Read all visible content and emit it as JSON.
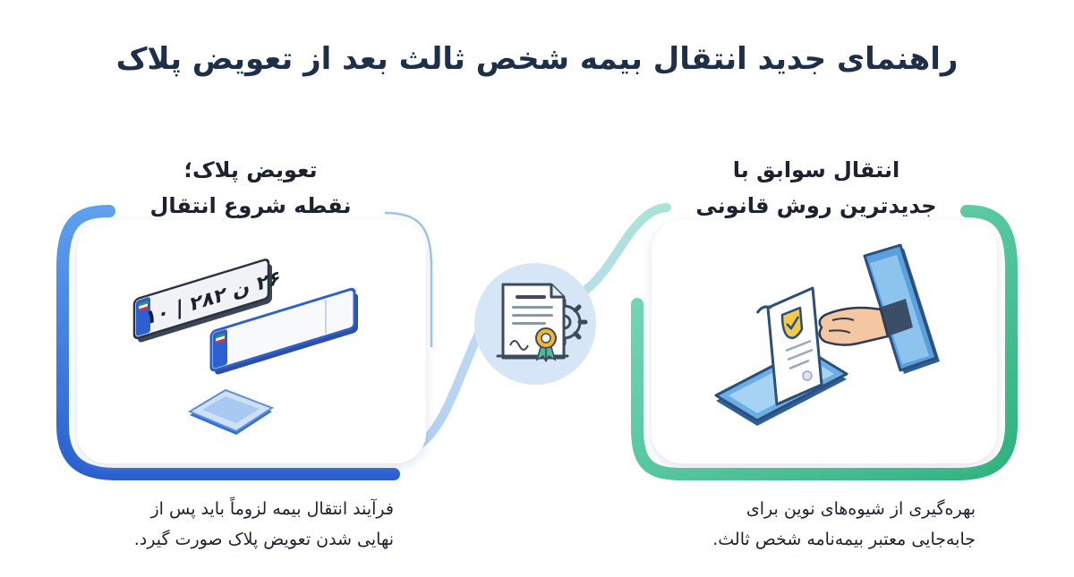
{
  "title": "راهنمای جدید انتقال بیمه شخص ثالث بعد از تعویض پلاک",
  "left": {
    "heading": [
      "تعویض پلاک؛",
      "نقطه شروع انتقال"
    ],
    "caption": [
      "فرآیند انتقال بیمه لزوماً باید پس از",
      "نهایی شدن تعویض پلاک صورت گیرد."
    ],
    "plate_text": "۲۶ ن ۲۸۲ | ۱۰",
    "accent": "#2f6fd6"
  },
  "right": {
    "heading": [
      "انتقال سوابق با",
      "جدیدترین روش قانونی"
    ],
    "caption": [
      "بهره‌گیری از شیوه‌های نوین برای",
      "جابه‌جایی معتبر بیمه‌نامه شخص ثالث."
    ],
    "accent": "#3ec48e"
  },
  "icons": {
    "left_panel": [
      "old-plate-icon",
      "new-plate-icon",
      "mount-pad-icon"
    ],
    "center": "certificate-gear-icon",
    "right_panel": [
      "phone-icon",
      "tablet-icon",
      "hand-icon",
      "shield-document-icon"
    ]
  },
  "colors": {
    "title": "#1f2f49",
    "text": "#1d2230",
    "center_circle": "#d6e6f7"
  }
}
